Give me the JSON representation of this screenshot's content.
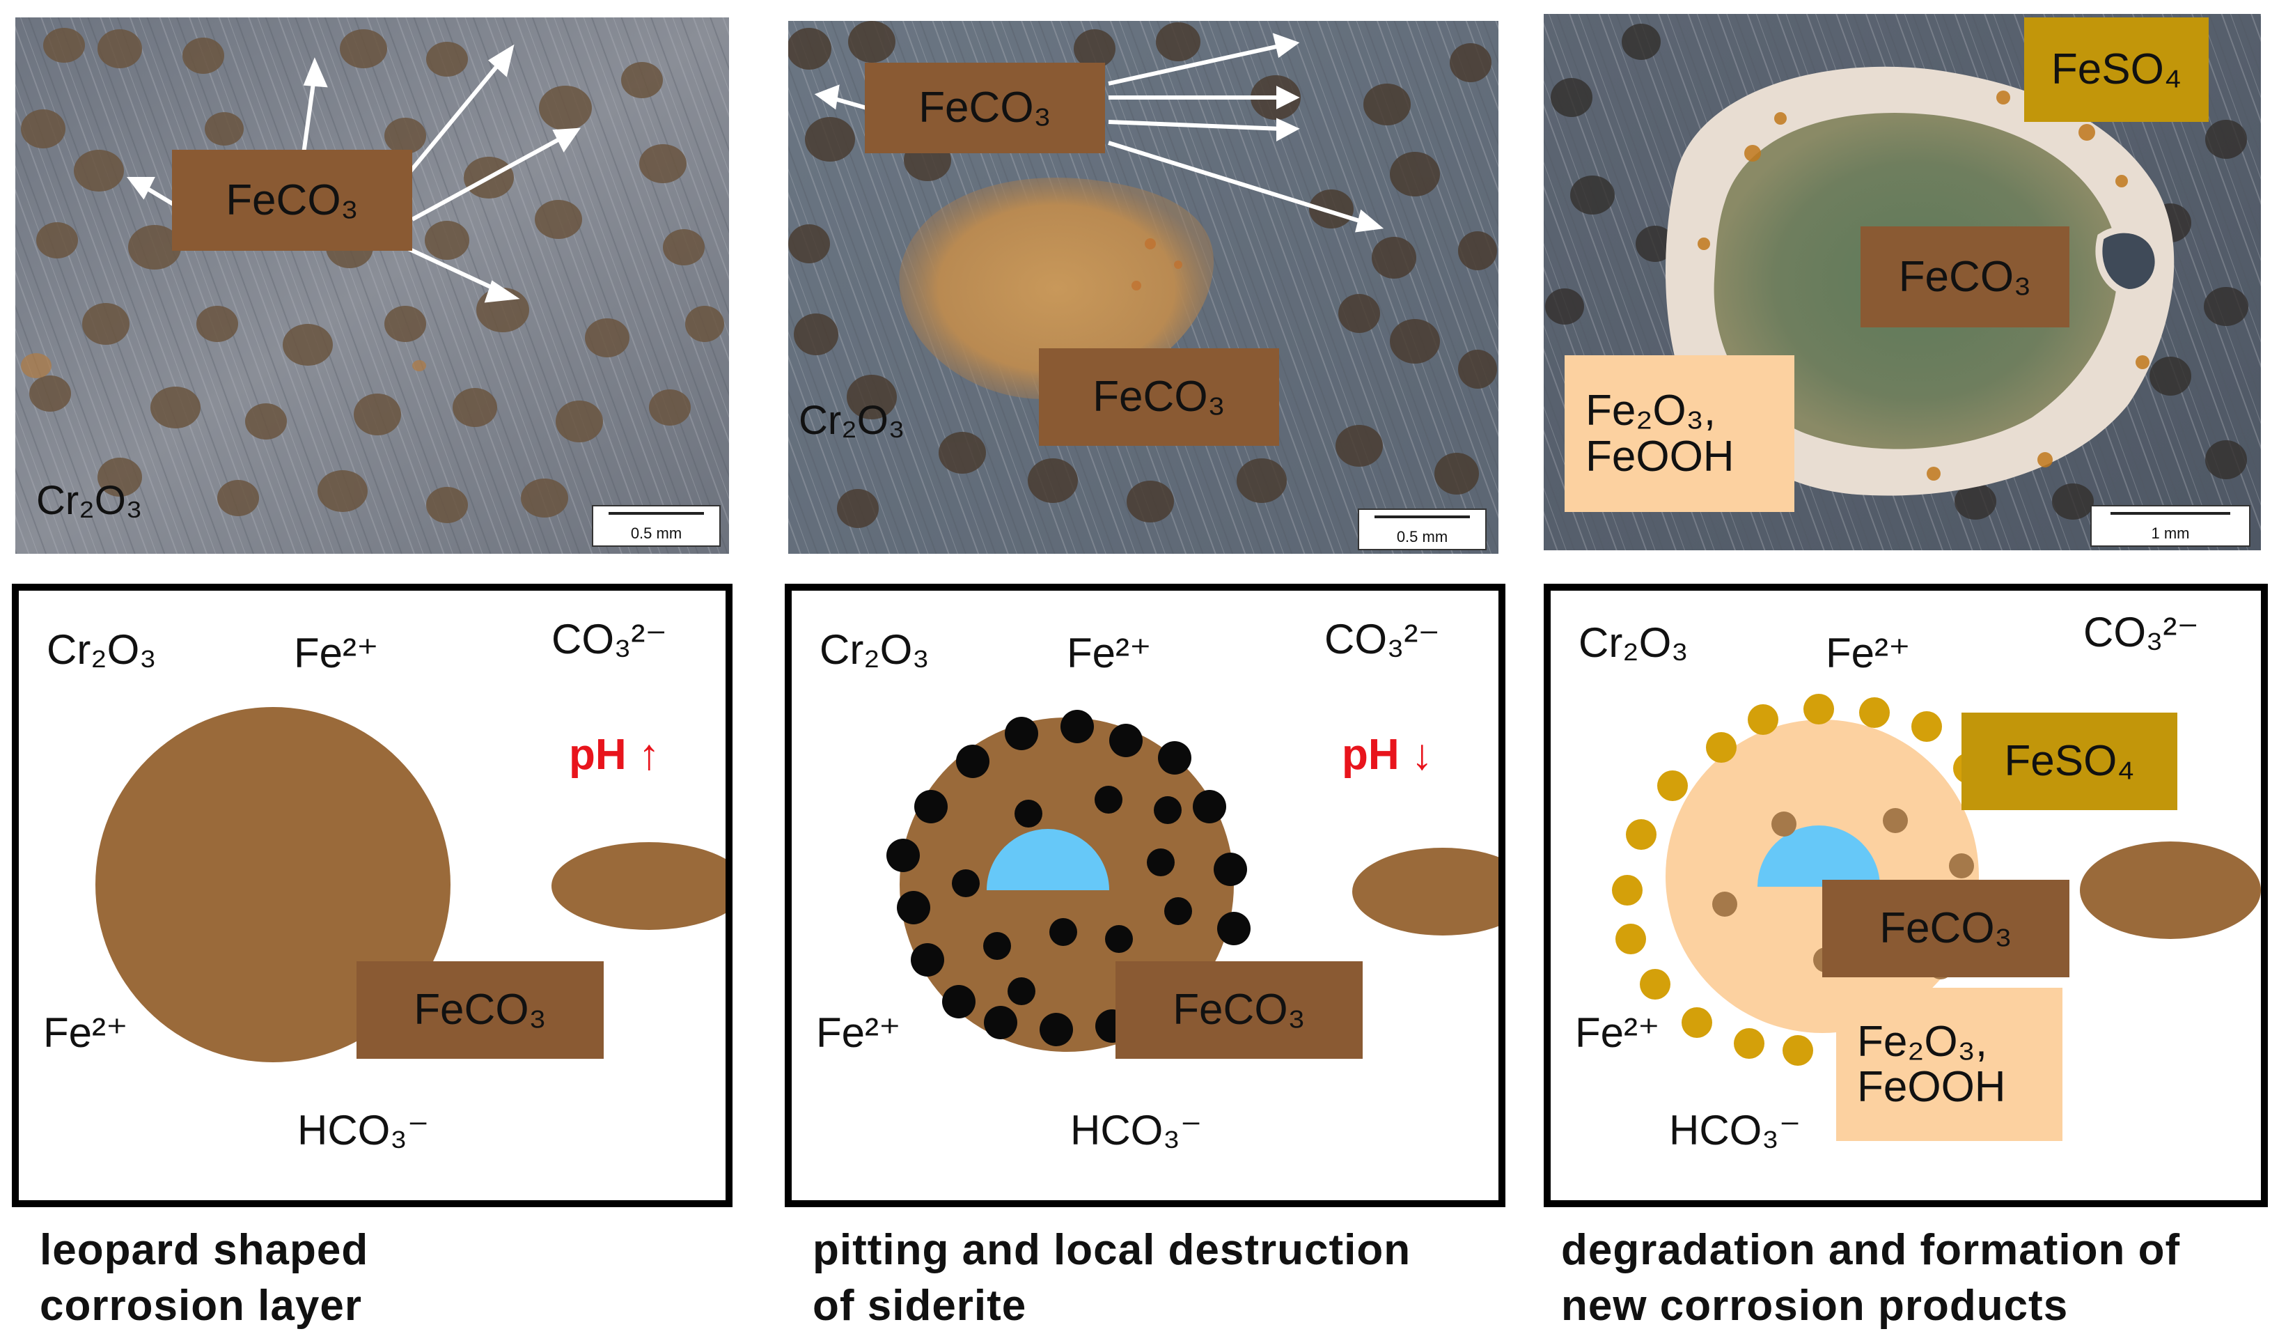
{
  "colors": {
    "siderite": "#8a5a33",
    "siderite_shape": "#9a6a3a",
    "feso4": "#c2960a",
    "iron_oxide": "#fcd1a0",
    "pit": "#66c8f8",
    "black_dots": "#0a0a0a",
    "gold_dots": "#d4a00a",
    "ph_red": "#e8141c"
  },
  "photos": [
    {
      "fe_label": "FeCO₃",
      "oxide_label": "Cr₂O₃",
      "scale": "0.5 mm"
    },
    {
      "fe_label_top": "FeCO₃",
      "fe_label_center": "FeCO₃",
      "oxide_label": "Cr₂O₃",
      "scale": "0.5 mm"
    },
    {
      "feso4_label": "FeSO₄",
      "fe_label": "FeCO₃",
      "oxide_line1": "Fe₂O₃,",
      "oxide_line2": "FeOOH",
      "scale": "1 mm"
    }
  ],
  "schemes": [
    {
      "cr_label": "Cr₂O₃",
      "fe_top": "Fe²⁺",
      "co3": "CO₃²⁻",
      "ph": "pH",
      "ph_arrow": "↑",
      "fe_left": "Fe²⁺",
      "feco3": "FeCO₃",
      "hco3": "HCO₃⁻"
    },
    {
      "cr_label": "Cr₂O₃",
      "fe_top": "Fe²⁺",
      "co3": "CO₃²⁻",
      "ph": "pH",
      "ph_arrow": "↓",
      "fe_left": "Fe²⁺",
      "feco3": "FeCO₃",
      "hco3": "HCO₃⁻"
    },
    {
      "cr_label": "Cr₂O₃",
      "fe_top": "Fe²⁺",
      "co3": "CO₃²⁻",
      "feso4": "FeSO₄",
      "feco3": "FeCO₃",
      "oxide_line1": "Fe₂O₃,",
      "oxide_line2": "FeOOH",
      "fe_left": "Fe²⁺",
      "hco3": "HCO₃⁻"
    }
  ],
  "captions": [
    {
      "line1": "leopard shaped",
      "line2": "corrosion layer"
    },
    {
      "line1": "pitting and local destruction",
      "line2": "of siderite"
    },
    {
      "line1": "degradation and formation of",
      "line2": "new corrosion products"
    }
  ]
}
